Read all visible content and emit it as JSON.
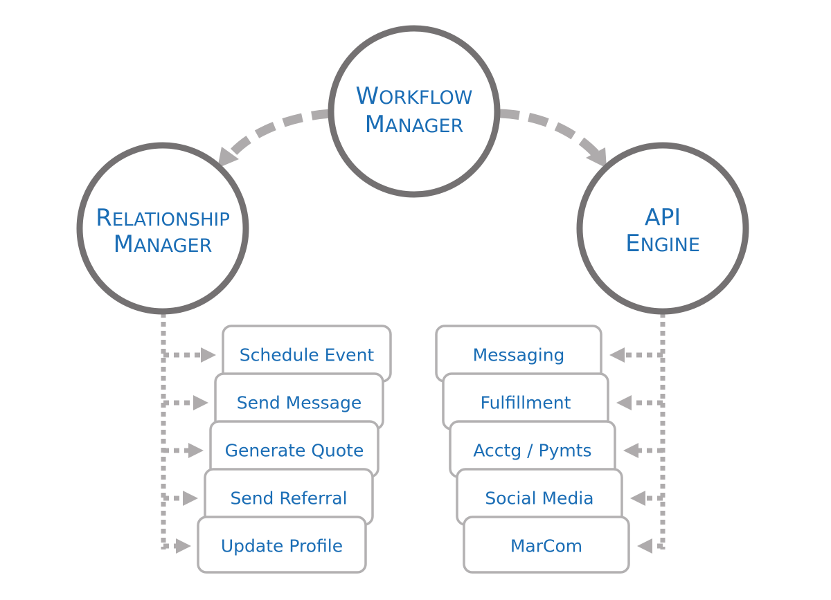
{
  "colors": {
    "text": "#1a6db5",
    "circle_stroke": "#747172",
    "connector": "#aeabac",
    "box_stroke": "#b3b1b2",
    "background": "#ffffff"
  },
  "nodes": {
    "workflow": {
      "line1_first": "W",
      "line1_rest": "ORKFLOW",
      "line2_first": "M",
      "line2_rest": "ANAGER"
    },
    "relationship": {
      "line1_first": "R",
      "line1_rest": "ELATIONSHIP",
      "line2_first": "M",
      "line2_rest": "ANAGER"
    },
    "api": {
      "line1": "API",
      "line2_first": "E",
      "line2_rest": "NGINE"
    }
  },
  "edges": [
    {
      "from": "workflow",
      "to": "relationship",
      "style": "dashed-arrow"
    },
    {
      "from": "workflow",
      "to": "api",
      "style": "dashed-arrow"
    }
  ],
  "left_stack": {
    "parent": "relationship",
    "items": [
      "Schedule Event",
      "Send Message",
      "Generate Quote",
      "Send Referral",
      "Update Profile"
    ]
  },
  "right_stack": {
    "parent": "api",
    "items": [
      "Messaging",
      "Fulfillment",
      "Acctg / Pymts",
      "Social Media",
      "MarCom"
    ]
  }
}
